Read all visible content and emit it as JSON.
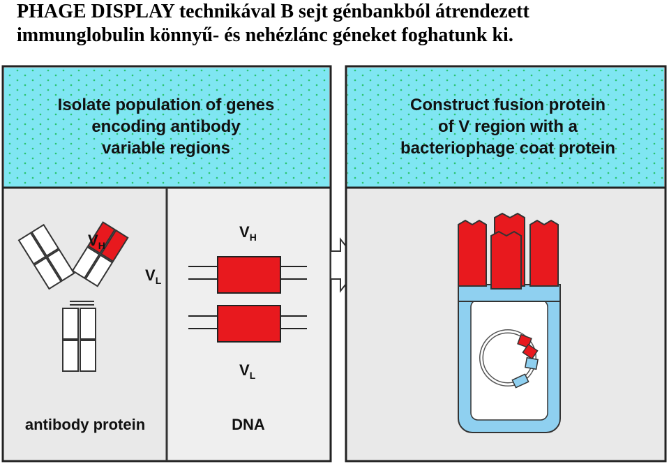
{
  "title": {
    "line1": "PHAGE DISPLAY technikával B sejt génbankból átrendezett",
    "line2": "immunglobulin könnyű- és nehézlánc géneket foghatunk ki."
  },
  "panel_left": {
    "heading": [
      "Isolate population of genes",
      "encoding antibody",
      "variable regions"
    ],
    "antibody_caption": "antibody protein",
    "dna_caption": "DNA",
    "vh_label": "V",
    "vh_sub": "H",
    "vl_label": "V",
    "vl_sub": "L"
  },
  "panel_right": {
    "heading": [
      "Construct fusion protein",
      "of V region with a",
      "bacteriophage coat protein"
    ]
  },
  "colors": {
    "heading_bg": "#7fe6f2",
    "dots": "#22c060",
    "red": "#e8191e",
    "phage_blue": "#8fd0f0",
    "panel_bg": "#e9e9e9",
    "divider": "#333333"
  },
  "icons": {
    "arrow": "right-arrow-icon"
  }
}
